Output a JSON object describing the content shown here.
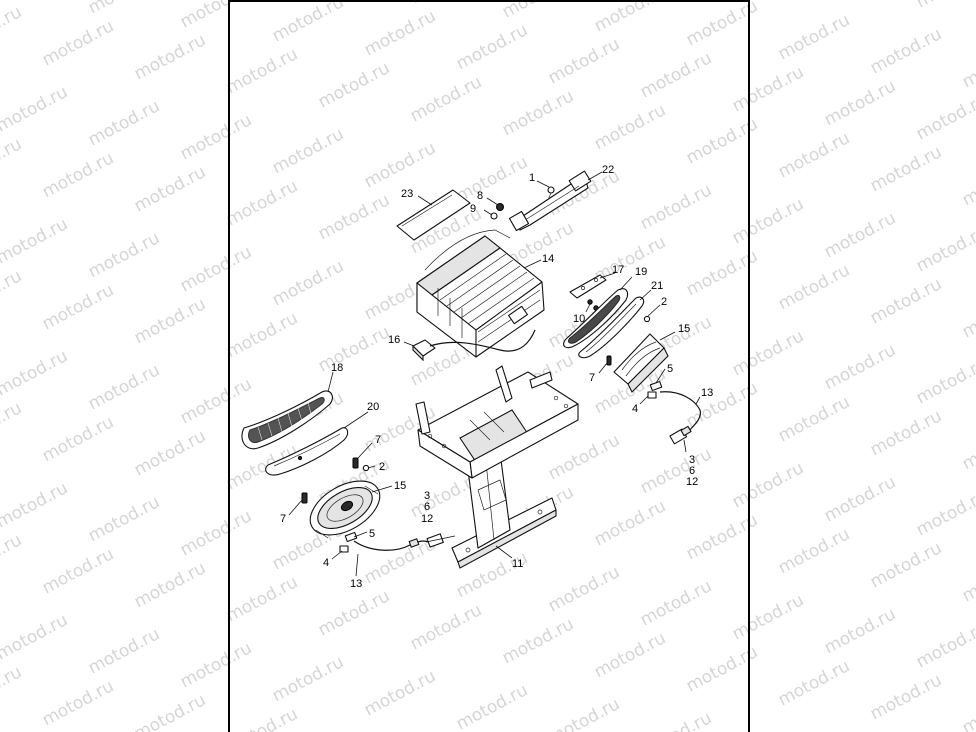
{
  "watermark": {
    "text": "motod.ru"
  },
  "callouts": {
    "c1": "1",
    "c22": "22",
    "c23": "23",
    "c8": "8",
    "c9": "9",
    "c14": "14",
    "c17": "17",
    "c19": "19",
    "c21": "21",
    "c2r": "2",
    "c10": "10",
    "c15r": "15",
    "c16": "16",
    "c7r": "7",
    "c5r": "5",
    "c4r": "4",
    "c13r": "13",
    "c3r": "3",
    "c6r": "6",
    "c12r": "12",
    "c18": "18",
    "c20": "20",
    "c7l": "7",
    "c2l": "2",
    "c15l": "15",
    "c7ll": "7",
    "c3l": "3",
    "c6l": "6",
    "c12l": "12",
    "c5l": "5",
    "c4l": "4",
    "c13l": "13",
    "c11": "11"
  }
}
